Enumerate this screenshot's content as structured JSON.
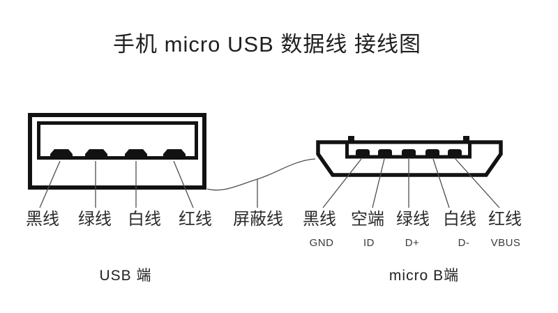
{
  "title": "手机 micro USB 数据线 接线图",
  "palette": {
    "background": "#ffffff",
    "connector_ink": "#121212",
    "wire_line": "#4d4d4d",
    "label_text": "#2b2b2b",
    "pin_text": "#3a3a3a"
  },
  "usb_a": {
    "caption": "USB 端",
    "wires": [
      {
        "label": "黑线"
      },
      {
        "label": "绿线"
      },
      {
        "label": "白线"
      },
      {
        "label": "红线"
      }
    ]
  },
  "shield": {
    "label": "屏蔽线"
  },
  "micro_b": {
    "caption": "micro B端",
    "wires": [
      {
        "label": "黑线",
        "pin": "GND"
      },
      {
        "label": "空端",
        "pin": "ID"
      },
      {
        "label": "绿线",
        "pin": "D+"
      },
      {
        "label": "白线",
        "pin": "D-"
      },
      {
        "label": "红线",
        "pin": "VBUS"
      }
    ]
  }
}
